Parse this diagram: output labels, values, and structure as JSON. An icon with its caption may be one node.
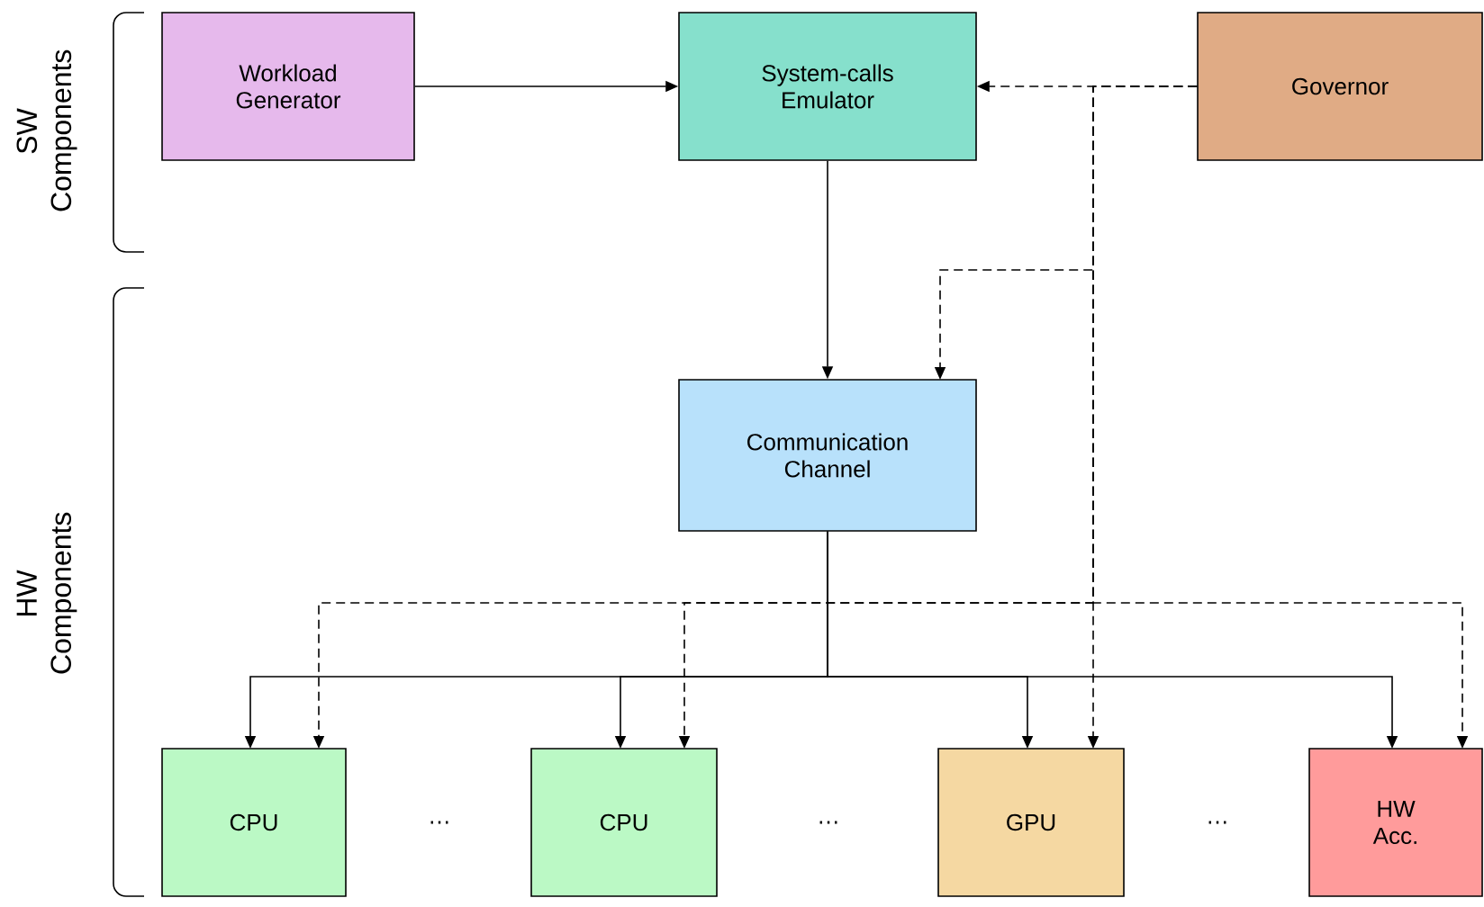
{
  "diagram": {
    "nodes": [
      {
        "text": [
          "Workload Generator"
        ]
      },
      {
        "text": [
          "System-calls Emulator"
        ]
      },
      {
        "text": [
          "Governor"
        ]
      },
      {
        "text": [
          "Communication Channel"
        ]
      },
      {
        "text": [
          "CPU"
        ]
      },
      {
        "text": [
          "CPU"
        ]
      },
      {
        "text": [
          "GPU"
        ]
      },
      {
        "text": [
          "HW Acc."
        ]
      }
    ],
    "edges": [
      {
        "from": 0,
        "to": 1,
        "arrow": "to"
      },
      {
        "from": 2,
        "to": 1,
        "arrow": "to",
        "style": "dashed"
      },
      {
        "from": 1,
        "to": 3,
        "arrow": "to"
      },
      {
        "from": 2,
        "to": 3,
        "arrow": "to",
        "style": "dashed"
      },
      {
        "from": 3,
        "to": 4,
        "arrow": "to"
      },
      {
        "from": 3,
        "to": 5,
        "arrow": "to"
      },
      {
        "from": 3,
        "to": 6,
        "arrow": "to"
      },
      {
        "from": 3,
        "to": 7,
        "arrow": "to"
      },
      {
        "from": 2,
        "to": 4,
        "arrow": "to",
        "style": "dashed"
      },
      {
        "from": 2,
        "to": 5,
        "arrow": "to",
        "style": "dashed"
      },
      {
        "from": 2,
        "to": 6,
        "arrow": "to",
        "style": "dashed"
      },
      {
        "from": 2,
        "to": 7,
        "arrow": "to",
        "style": "dashed"
      }
    ],
    "labels": [
      "SW Components",
      "HW Components",
      "…",
      "…",
      "…"
    ]
  }
}
